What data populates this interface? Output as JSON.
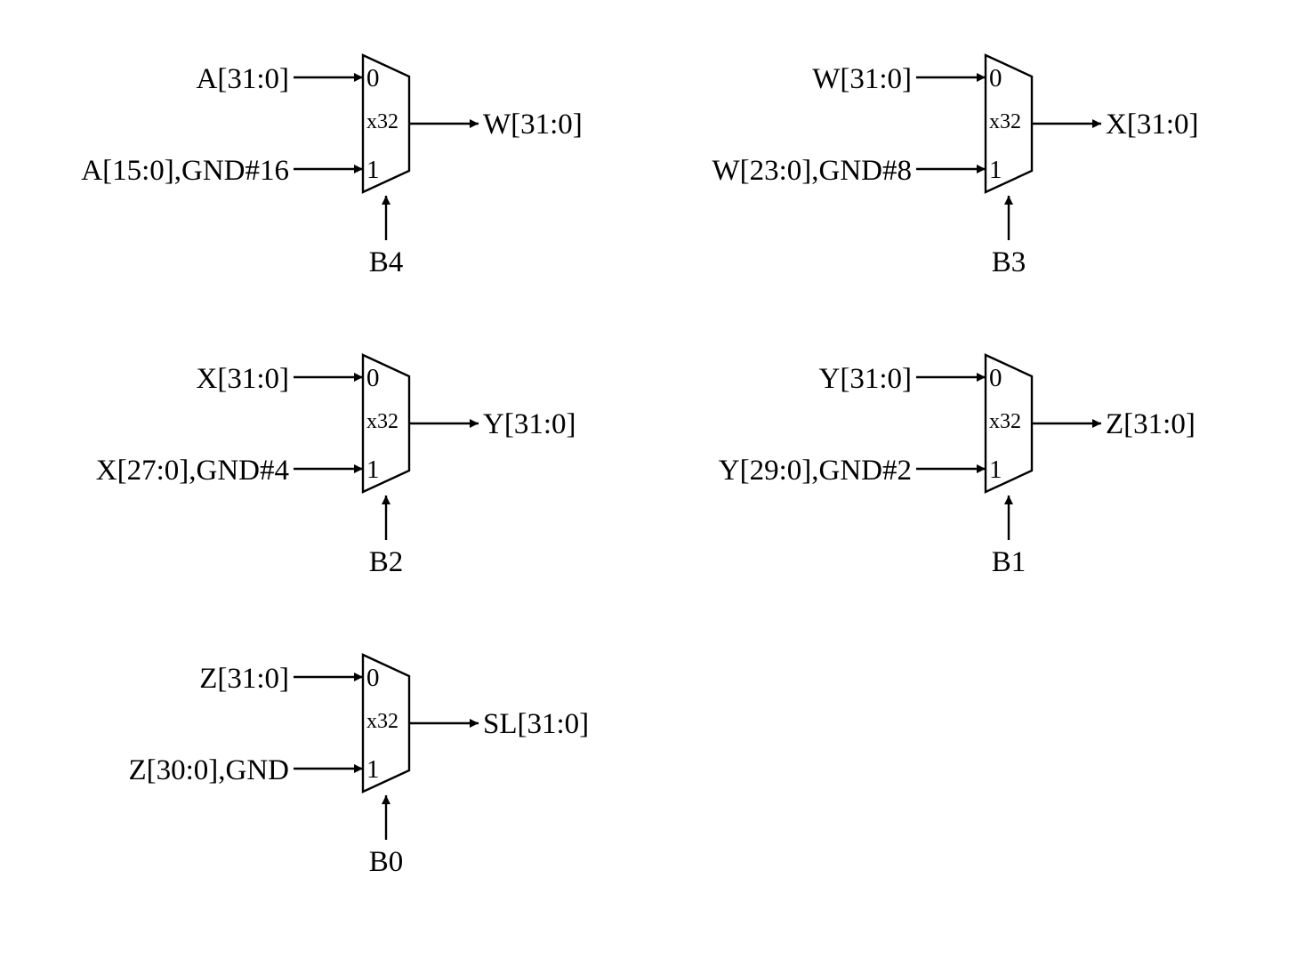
{
  "muxes": [
    {
      "in0": "A[31:0]",
      "in1": "A[15:0],GND#16",
      "port0": "0",
      "port1": "1",
      "width": "x32",
      "out": "W[31:0]",
      "sel": "B4"
    },
    {
      "in0": "W[31:0]",
      "in1": "W[23:0],GND#8",
      "port0": "0",
      "port1": "1",
      "width": "x32",
      "out": "X[31:0]",
      "sel": "B3"
    },
    {
      "in0": "X[31:0]",
      "in1": "X[27:0],GND#4",
      "port0": "0",
      "port1": "1",
      "width": "x32",
      "out": "Y[31:0]",
      "sel": "B2"
    },
    {
      "in0": "Y[31:0]",
      "in1": "Y[29:0],GND#2",
      "port0": "0",
      "port1": "1",
      "width": "x32",
      "out": "Z[31:0]",
      "sel": "B1"
    },
    {
      "in0": "Z[31:0]",
      "in1": "Z[30:0],GND",
      "port0": "0",
      "port1": "1",
      "width": "x32",
      "out": "SL[31:0]",
      "sel": "B0"
    }
  ]
}
